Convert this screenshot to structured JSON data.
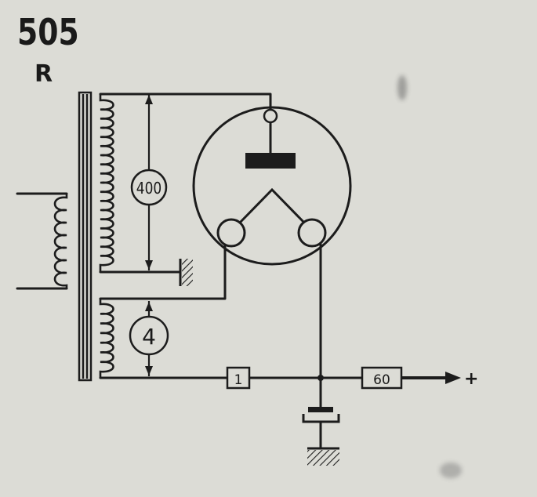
{
  "header": {
    "number": "505",
    "letter": "R"
  },
  "labels": {
    "hv_voltage": "400",
    "filament_voltage": "4",
    "resistor_1": "1",
    "resistor_2": "60",
    "plus_sign": "+"
  },
  "colors": {
    "background": "#dcdcd6",
    "ink": "#1c1c1c"
  },
  "icons": [
    "ground-hatch-icon",
    "arrow-right-icon",
    "rectifier-tube-icon",
    "transformer-icon",
    "capacitor-icon"
  ]
}
